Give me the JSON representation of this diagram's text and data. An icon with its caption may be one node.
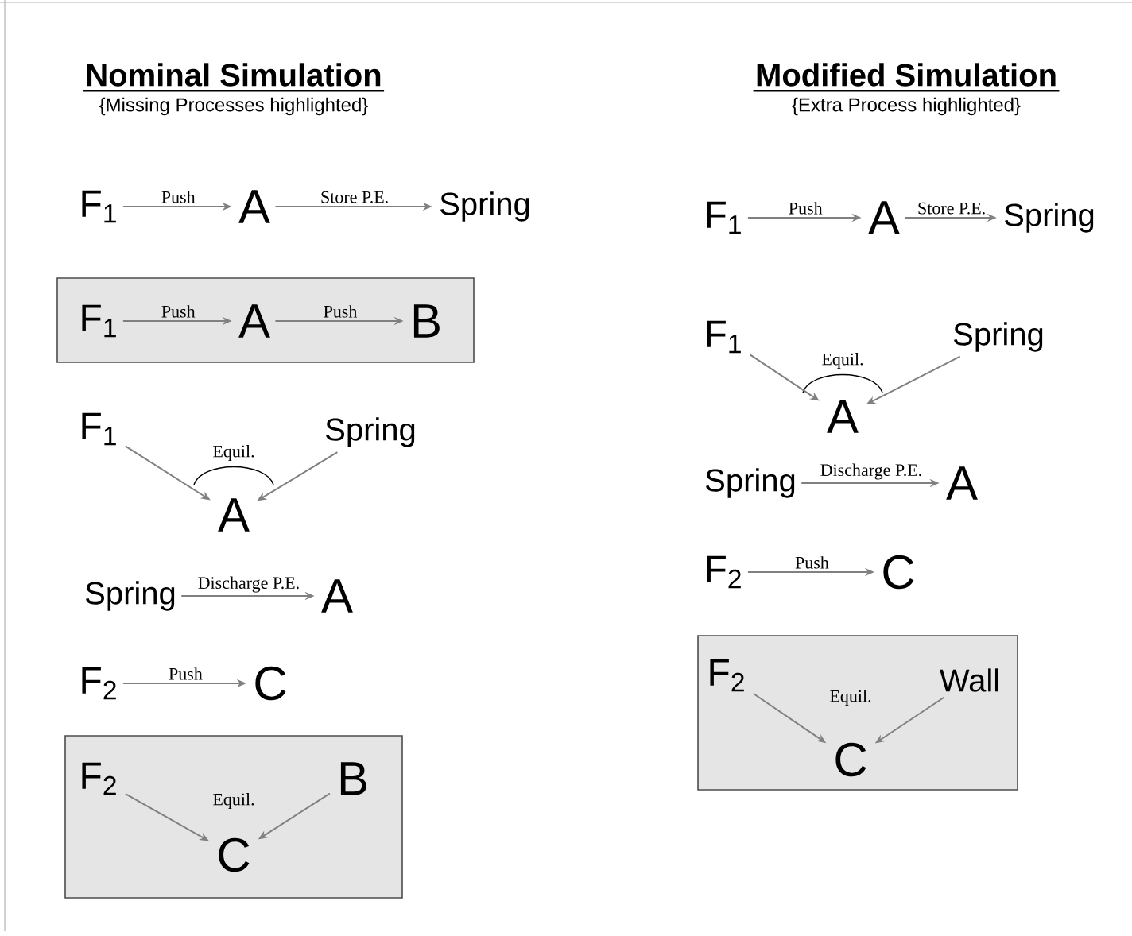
{
  "diagram": {
    "nodes": [
      {
        "text": [
          "F$_{1}$"
        ]
      },
      {
        "text": [
          "A"
        ]
      },
      {
        "text": [
          "Spring"
        ]
      },
      {
        "text": [],
        "shape": "box"
      },
      {
        "text": [
          "F$_{1}$"
        ],
        "in": 3
      },
      {
        "text": [
          "A"
        ],
        "in": 3
      },
      {
        "text": [
          "B"
        ],
        "in": 3
      },
      {
        "text": [
          "F$_{1}$"
        ]
      },
      {
        "text": [
          "Spring"
        ]
      },
      {
        "text": [
          "A"
        ]
      },
      {
        "text": [
          "Spring"
        ]
      },
      {
        "text": [
          "A"
        ]
      },
      {
        "text": [
          "F$_{2}$"
        ]
      },
      {
        "text": [
          "C"
        ]
      },
      {
        "text": [],
        "shape": "box"
      },
      {
        "text": [
          "F$_{2}$"
        ],
        "in": 14
      },
      {
        "text": [
          "B"
        ],
        "in": 14
      },
      {
        "text": [
          "C"
        ],
        "in": 14
      },
      {
        "text": [
          "F$_{1}$"
        ]
      },
      {
        "text": [
          "A"
        ]
      },
      {
        "text": [
          "Spring"
        ]
      },
      {
        "text": [
          "F$_{1}$"
        ]
      },
      {
        "text": [
          "Spring"
        ]
      },
      {
        "text": [
          "A"
        ]
      },
      {
        "text": [
          "Spring"
        ]
      },
      {
        "text": [
          "A"
        ]
      },
      {
        "text": [
          "F$_{2}$"
        ]
      },
      {
        "text": [
          "C"
        ]
      },
      {
        "text": [],
        "shape": "box"
      },
      {
        "text": [
          "F$_{2}$"
        ],
        "in": 28
      },
      {
        "text": [
          "Wall"
        ],
        "in": 28
      },
      {
        "text": [
          "C"
        ],
        "in": 28
      }
    ],
    "edges": [
      {
        "from": 0,
        "to": 1,
        "arrow": "to",
        "label": "Push"
      },
      {
        "from": 1,
        "to": 2,
        "arrow": "to",
        "label": "Store P.E."
      },
      {
        "from": 4,
        "to": 5,
        "arrow": "to",
        "label": "Push"
      },
      {
        "from": 5,
        "to": 6,
        "arrow": "to",
        "label": "Push"
      },
      {
        "from": 7,
        "to": 9,
        "arrow": "to"
      },
      {
        "from": 8,
        "to": 9,
        "arrow": "to"
      },
      {
        "from": 10,
        "to": 11,
        "arrow": "to",
        "label": "Discharge P.E."
      },
      {
        "from": 12,
        "to": 13,
        "arrow": "to",
        "label": "Push"
      },
      {
        "from": 15,
        "to": 17,
        "arrow": "to"
      },
      {
        "from": 16,
        "to": 17,
        "arrow": "to"
      },
      {
        "from": 18,
        "to": 19,
        "arrow": "to",
        "label": "Push"
      },
      {
        "from": 19,
        "to": 20,
        "arrow": "to",
        "label": "Store P.E."
      },
      {
        "from": 21,
        "to": 23,
        "arrow": "to"
      },
      {
        "from": 22,
        "to": 23,
        "arrow": "to"
      },
      {
        "from": 24,
        "to": 25,
        "arrow": "to",
        "label": "Discharge P.E."
      },
      {
        "from": 26,
        "to": 27,
        "arrow": "to",
        "label": "Push"
      },
      {
        "from": 29,
        "to": 31,
        "arrow": "to"
      },
      {
        "from": 30,
        "to": 31,
        "arrow": "to"
      }
    ],
    "labels": [
      "Nominal Simulation",
      "{Missing Processes highlighted}",
      "Modified Simulation",
      "{Extra Process highlighted}",
      "Equil.",
      "Equil.",
      "Equil.",
      "Equil."
    ]
  }
}
